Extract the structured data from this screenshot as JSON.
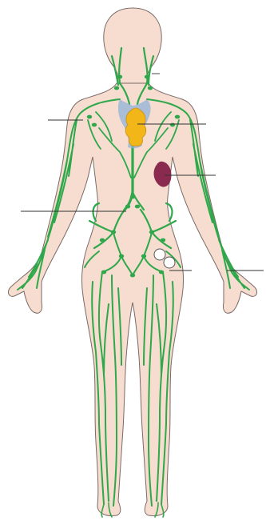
{
  "diagram": {
    "labels": [],
    "colors": {
      "skin": "#f6ddd0",
      "outline": "#7a6a66",
      "lymph": "#2ea84a",
      "thymus": "#f2b618",
      "heart_vessels": "#8fb2d8",
      "spleen": "#8b2a4f",
      "node_white": "#ffffff",
      "leader_line": "#333333"
    },
    "structures": [
      "body-outline",
      "lymphatic-network",
      "thymus",
      "spleen",
      "lymph-nodes",
      "label-leader-lines"
    ]
  }
}
